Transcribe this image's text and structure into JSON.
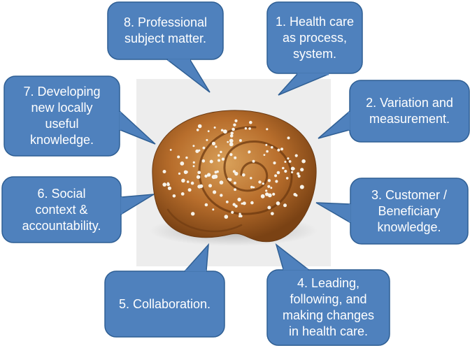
{
  "colors": {
    "bubble_fill": "#4f81bd",
    "bubble_stroke": "#2f5f94",
    "text": "#ffffff",
    "photo_background": "#ededed"
  },
  "center_image": {
    "subject": "cinnamon bun with pearl sugar"
  },
  "callouts": [
    {
      "id": "c1",
      "text": "1. Health care\nas process,\nsystem."
    },
    {
      "id": "c2",
      "text": "2. Variation and\nmeasurement."
    },
    {
      "id": "c3",
      "text": "3. Customer /\nBeneficiary\nknowledge."
    },
    {
      "id": "c4",
      "text": "4. Leading,\nfollowing, and\nmaking changes\nin health care."
    },
    {
      "id": "c5",
      "text": "5. Collaboration."
    },
    {
      "id": "c6",
      "text": "6. Social\ncontext &\naccountability."
    },
    {
      "id": "c7",
      "text": "7. Developing\nnew locally\nuseful\nknowledge."
    },
    {
      "id": "c8",
      "text": "8. Professional\nsubject matter."
    }
  ]
}
